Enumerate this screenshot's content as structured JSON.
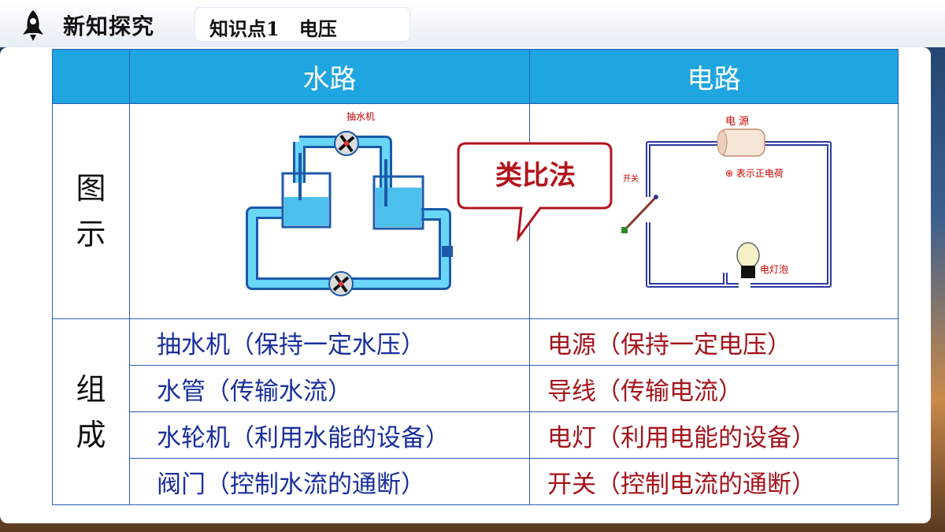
{
  "header": {
    "title": "新知探究",
    "subtitle": "知识点1   电压"
  },
  "table": {
    "col_headers": [
      "水路",
      "电路"
    ],
    "row1_label": "图示",
    "row2_label": "组成",
    "water_items": [
      "抽水机（保持一定水压）",
      "水管（传输水流）",
      "水轮机（利用水能的设备）",
      "阀门（控制水流的通断）"
    ],
    "circuit_items": [
      "电源（保持一定电压）",
      "导线（传输电流）",
      "电灯（利用电能的设备）",
      "开关（控制电流的通断）"
    ]
  },
  "water_diagram": {
    "pump_label": "抽水机"
  },
  "circuit_diagram": {
    "source_label": "电 源",
    "charge_note": "⊕ 表示正电荷",
    "switch_label": "开关",
    "bulb_label": "电灯泡"
  },
  "callout": {
    "text": "类比法"
  },
  "colors": {
    "header_blue": "#1fa5e0",
    "border_blue": "#2a5db0",
    "water_text": "#1a2f9c",
    "circuit_text": "#a3141c"
  }
}
